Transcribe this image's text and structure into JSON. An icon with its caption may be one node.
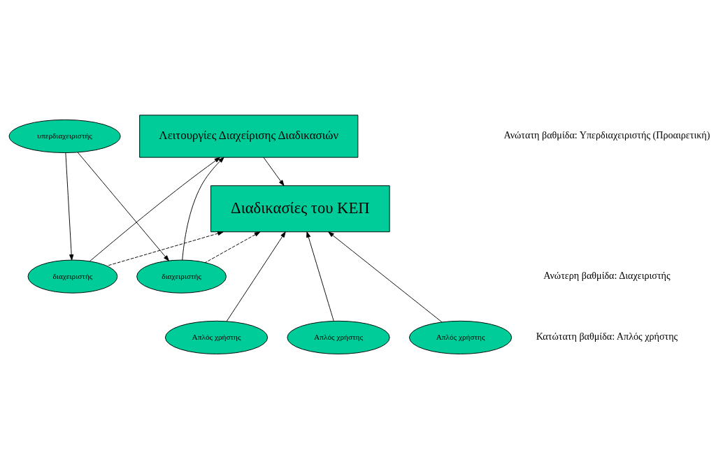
{
  "diagram": {
    "nodes": [
      {
        "text": [
          "υπερδιαχειριστής"
        ]
      },
      {
        "text": [
          "Λειτουργίες Διαχείρισης Διαδικασιών"
        ]
      },
      {
        "text": [
          "Διαδικασίες του ΚΕΠ"
        ]
      },
      {
        "text": [
          "διαχειριστής"
        ]
      },
      {
        "text": [
          "διαχειριστής"
        ]
      },
      {
        "text": [
          "Απλός χρήστης"
        ]
      },
      {
        "text": [
          "Απλός χρήστης"
        ]
      },
      {
        "text": [
          "Απλός χρήστης"
        ]
      }
    ],
    "edges": [
      {
        "from": 0,
        "to": 3,
        "arrow": "to"
      },
      {
        "from": 0,
        "to": 4,
        "arrow": "to"
      },
      {
        "from": 3,
        "to": 1,
        "arrow": "to"
      },
      {
        "from": 4,
        "to": 1,
        "arrow": "to"
      },
      {
        "from": 1,
        "to": 2,
        "arrow": "to"
      },
      {
        "from": 3,
        "to": 2,
        "arrow": "to",
        "style": "dashed"
      },
      {
        "from": 4,
        "to": 2,
        "arrow": "to",
        "style": "dashed"
      },
      {
        "from": 5,
        "to": 2,
        "arrow": "to"
      },
      {
        "from": 6,
        "to": 2,
        "arrow": "to"
      },
      {
        "from": 7,
        "to": 2,
        "arrow": "to"
      }
    ],
    "labels": [
      "Ανώτατη βαθμίδα: Υπερδιαχειριστής (Προαιρετική)",
      "Ανώτερη βαθμίδα: Διαχειριστής",
      "Κατώτατη βαθμίδα: Απλός χρήστης"
    ]
  }
}
